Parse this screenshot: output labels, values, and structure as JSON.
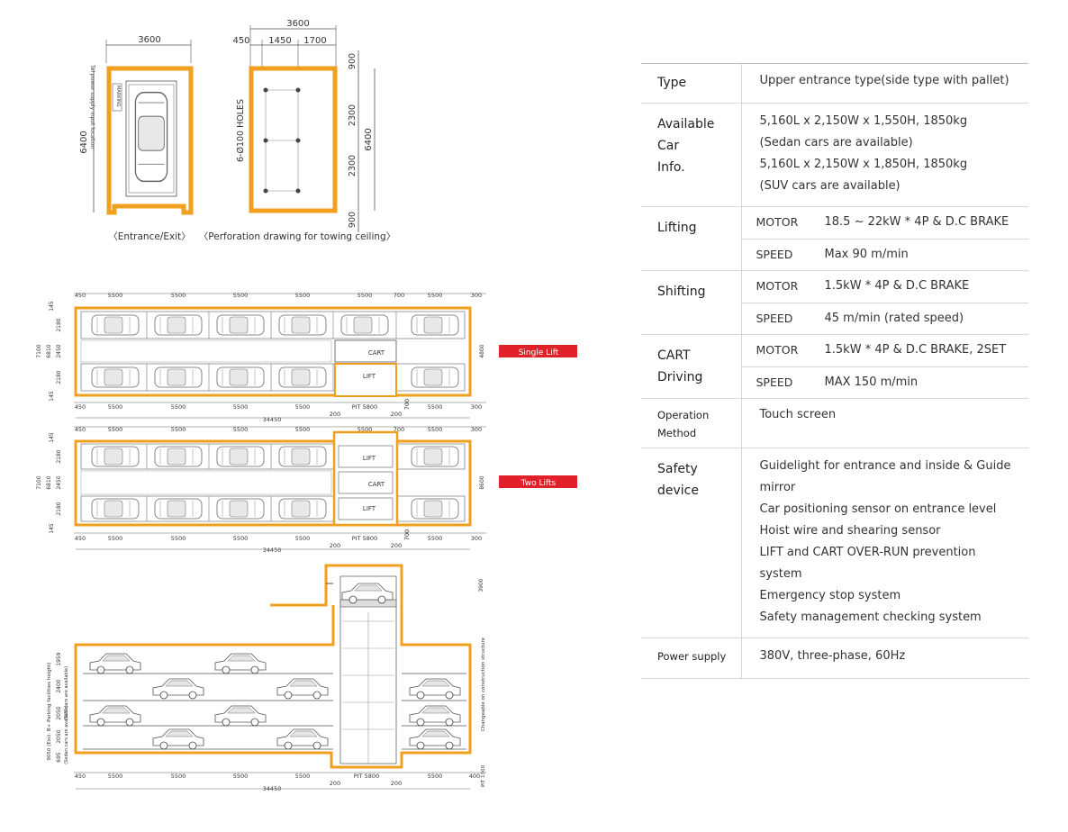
{
  "drawings": {
    "plan": {
      "width_dim": "3600",
      "height_dim": "6400",
      "tag": "MARKING",
      "power_note": "Tel power supply input location",
      "caption": "〈Entrance/Exit〉"
    },
    "ceiling": {
      "top_dim": "3600",
      "dims": [
        "450",
        "1450",
        "1700"
      ],
      "right_dims": [
        "900",
        "2300",
        "2300",
        "900"
      ],
      "total_dim": "6400",
      "holes": "6-Ø100 HOLES",
      "caption": "〈Perforation drawing for towing ceiling〉"
    },
    "single_lift": {
      "label": "Single Lift",
      "top_dims": [
        "450",
        "5500",
        "5500",
        "5500",
        "5500",
        "5500",
        "700",
        "5500",
        "300"
      ],
      "bottom_dims": [
        "450",
        "5500",
        "5500",
        "5500",
        "5500",
        "PIT 5800",
        "700",
        "5500",
        "300"
      ],
      "small_dims": [
        "200",
        "200"
      ],
      "left_dims": [
        "145",
        "2180",
        "2450",
        "2180",
        "145"
      ],
      "left_total": [
        "7100",
        "6810"
      ],
      "right_dim": "4800",
      "total": "34450",
      "cart": "CART",
      "lift": "LIFT"
    },
    "two_lifts": {
      "label": "Two Lifts",
      "top_dims": [
        "450",
        "5500",
        "5500",
        "5500",
        "5500",
        "5500",
        "700",
        "5500",
        "300"
      ],
      "bottom_dims": [
        "450",
        "5500",
        "5500",
        "5500",
        "5500",
        "PIT 5800",
        "700",
        "5500",
        "300"
      ],
      "small_dims": [
        "200",
        "200"
      ],
      "left_dims": [
        "145",
        "2180",
        "2450",
        "2180",
        "145"
      ],
      "left_total": [
        "7100",
        "6810"
      ],
      "right_dim": "8600",
      "total": "34450",
      "cart": "CART",
      "lift": "LIFT"
    },
    "section": {
      "bottom_dims": [
        "450",
        "5500",
        "5500",
        "5500",
        "5500",
        "PIT 5800",
        "5500",
        "400"
      ],
      "small_dims": [
        "200",
        "200"
      ],
      "total": "34450",
      "top_dim": "3900",
      "pit_dim": "PIT 1300",
      "left_dims": [
        "1959",
        "2400",
        "2050",
        "2050",
        "695"
      ],
      "left_labels": [
        "(SUV cars are available)",
        "(Sedan cars are available)"
      ],
      "left_total": "9050 (Excl. B+ Parking facilities height)",
      "right_note": "Changeable on construction structure"
    }
  },
  "spec": {
    "type_label": "Type",
    "type_value": "Upper entrance type(side type with pallet)",
    "car_label": [
      "Available Car",
      "Info."
    ],
    "car_values": [
      "5,160L x 2,150W x 1,550H, 1850kg",
      "(Sedan cars are available)",
      "5,160L x 2,150W x 1,850H, 1850kg",
      "(SUV cars are available)"
    ],
    "lifting_label": "Lifting",
    "lifting_motor_key": "MOTOR",
    "lifting_motor": "18.5 ~ 22kW * 4P & D.C BRAKE",
    "lifting_speed_key": "SPEED",
    "lifting_speed": "Max 90 m/min",
    "shifting_label": "Shifting",
    "shifting_motor_key": "MOTOR",
    "shifting_motor": "1.5kW * 4P & D.C BRAKE",
    "shifting_speed_key": "SPEED",
    "shifting_speed": "45 m/min (rated speed)",
    "cart_label": [
      "CART",
      "Driving"
    ],
    "cart_motor_key": "MOTOR",
    "cart_motor": "1.5kW * 4P & D.C BRAKE, 2SET",
    "cart_speed_key": "SPEED",
    "cart_speed": "MAX 150 m/min",
    "operation_label": [
      "Operation",
      "Method"
    ],
    "operation_value": "Touch screen",
    "safety_label": [
      "Safety",
      "device"
    ],
    "safety_values": [
      "Guidelight for entrance and inside & Guide",
      "mirror",
      "Car positioning sensor on entrance level",
      "Hoist wire and shearing sensor",
      "LIFT and CART OVER-RUN prevention system",
      "Emergency stop system",
      "Safety management checking system"
    ],
    "power_label": "Power supply",
    "power_value": "380V, three-phase, 60Hz"
  },
  "colors": {
    "accent": "#f0a01e",
    "red_tag": "#e2202a",
    "line": "#555555"
  }
}
